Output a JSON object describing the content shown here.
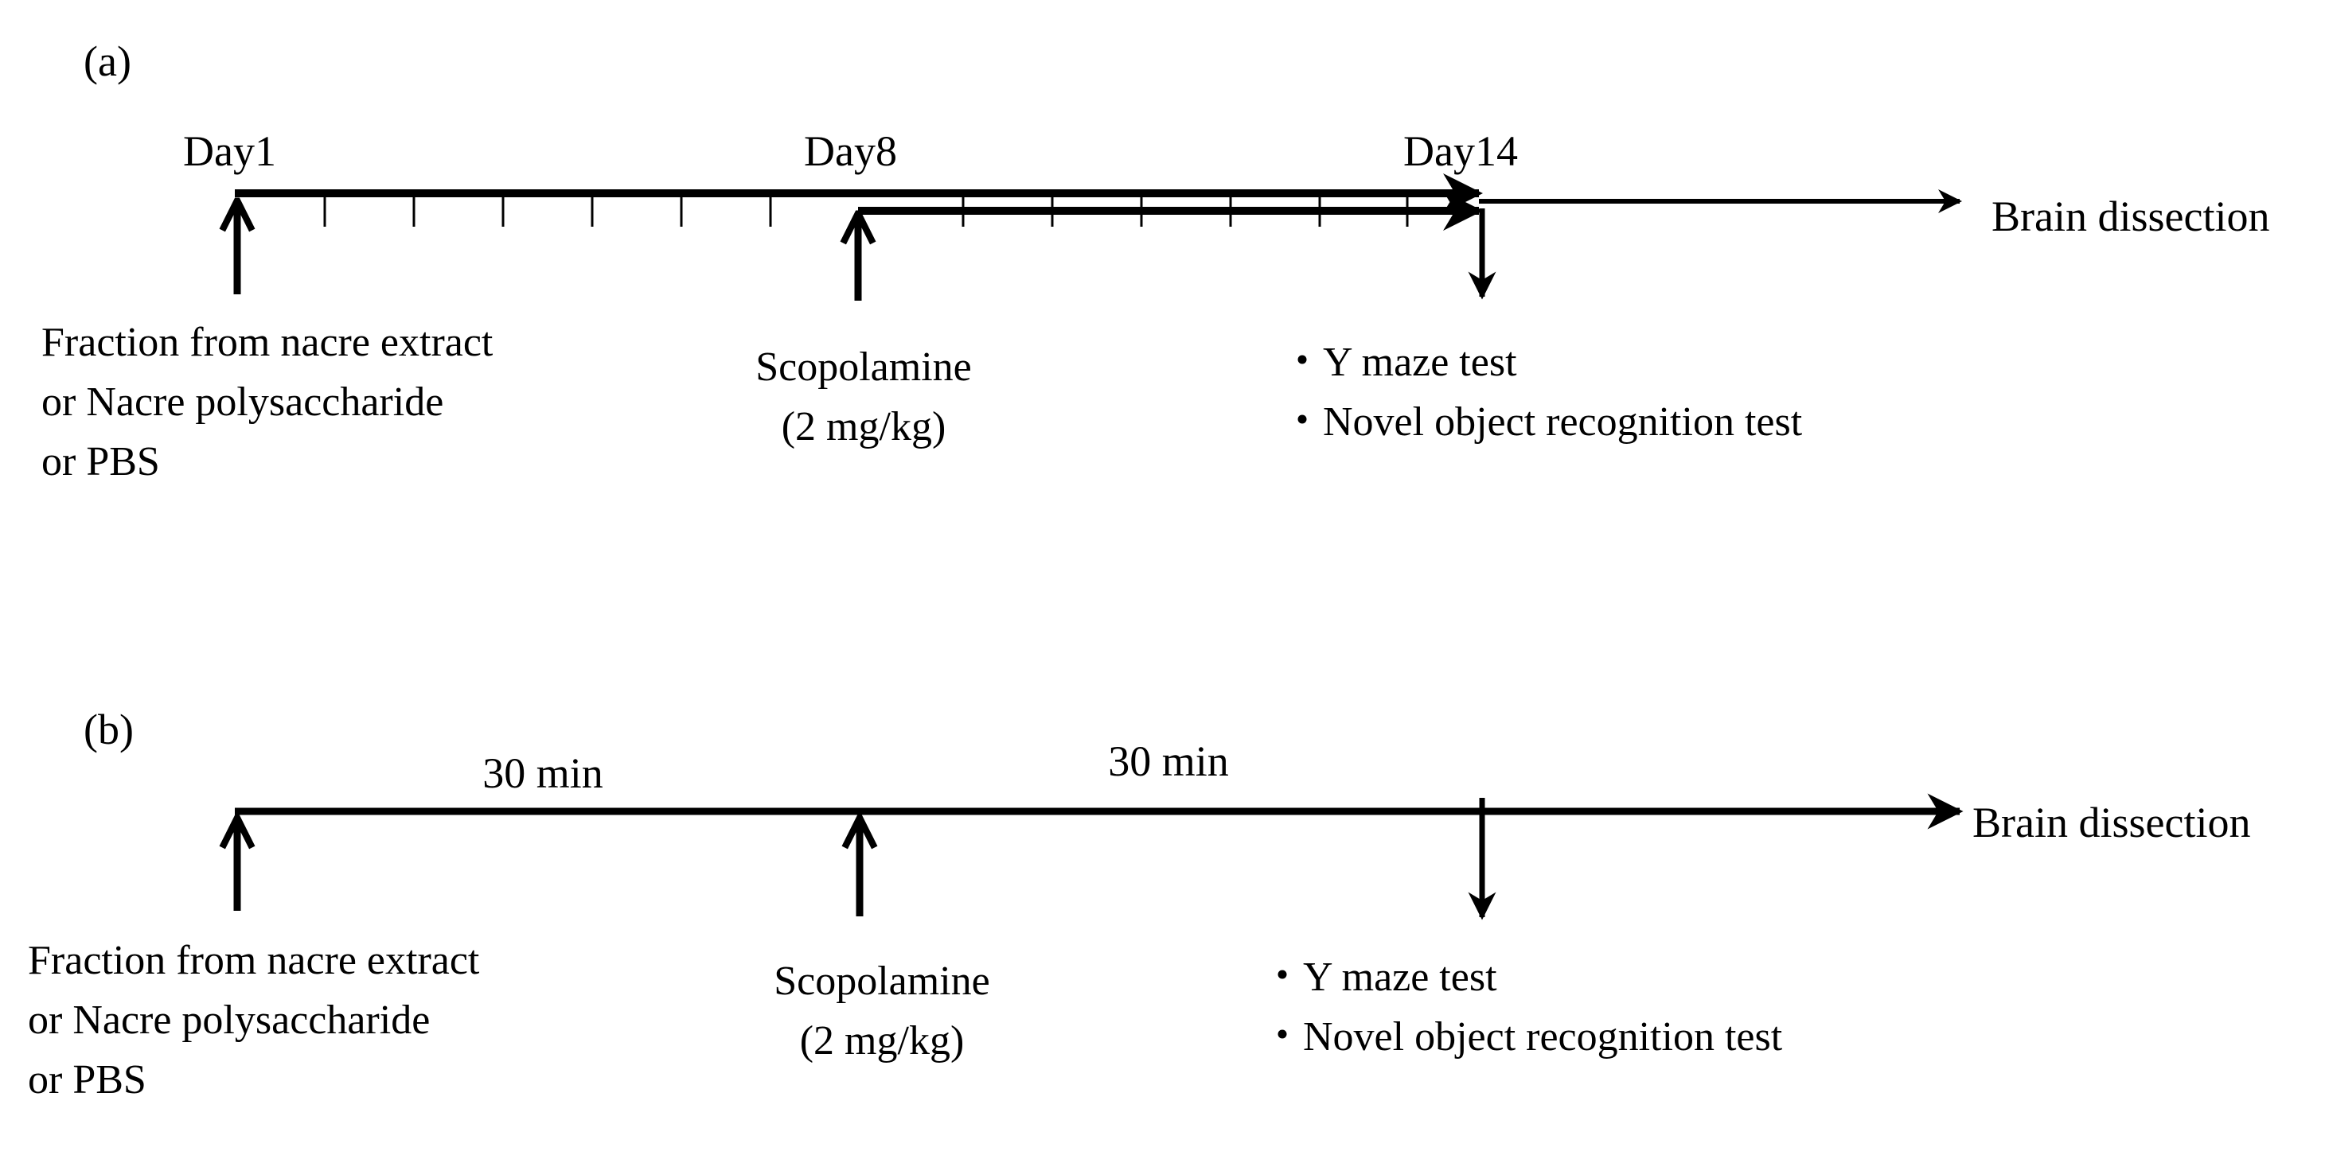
{
  "panel_a": {
    "label": "(a)",
    "days": {
      "start": "Day1",
      "mid": "Day8",
      "end": "Day14"
    },
    "end_label": "Brain dissection",
    "treatment_lines": [
      "Fraction from nacre extract",
      "or Nacre polysaccharide",
      "or PBS"
    ],
    "scopolamine": {
      "name": "Scopolamine",
      "dose": "(2 mg/kg)"
    },
    "tests": [
      "・Y maze test",
      "・Novel object recognition test"
    ]
  },
  "panel_b": {
    "label": "(b)",
    "intervals": [
      "30 min",
      "30 min"
    ],
    "end_label": "Brain dissection",
    "treatment_lines": [
      "Fraction from nacre extract",
      "or Nacre polysaccharide",
      "or PBS"
    ],
    "scopolamine": {
      "name": "Scopolamine",
      "dose": "(2 mg/kg)"
    },
    "tests": [
      "・Y maze test",
      "・Novel object recognition test"
    ]
  },
  "colors": {
    "line": "#000000",
    "background": "#ffffff"
  }
}
